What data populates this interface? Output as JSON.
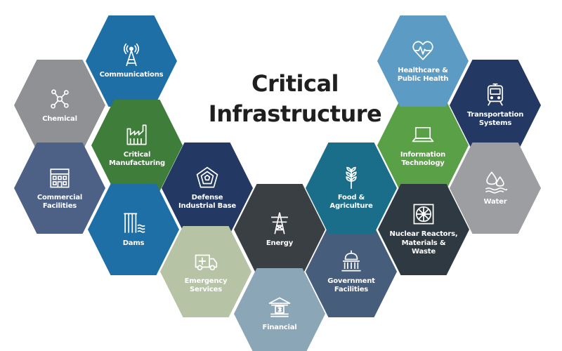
{
  "title": {
    "line1": "Critical",
    "line2": "Infrastructure"
  },
  "sectors": [
    {
      "key": "communications",
      "label": "Communications",
      "icon": "radio-tower-icon",
      "color": "#1d6fa6"
    },
    {
      "key": "chemical",
      "label": "Chemical",
      "icon": "molecule-icon",
      "color": "#8f9194"
    },
    {
      "key": "critical-manufacturing",
      "label": "Critical\nManufacturing",
      "icon": "factory-icon",
      "color": "#3f7d3a"
    },
    {
      "key": "commercial-facilities",
      "label": "Commercial\nFacilities",
      "icon": "office-building-icon",
      "color": "#4d6187"
    },
    {
      "key": "dams",
      "label": "Dams",
      "icon": "dam-icon",
      "color": "#1d6fa6"
    },
    {
      "key": "defense-industrial-base",
      "label": "Defense\nIndustrial Base",
      "icon": "pentagon-icon",
      "color": "#233963"
    },
    {
      "key": "emergency-services",
      "label": "Emergency\nServices",
      "icon": "ambulance-icon",
      "color": "#b6c4a5"
    },
    {
      "key": "energy",
      "label": "Energy",
      "icon": "power-pylon-icon",
      "color": "#3a3f44"
    },
    {
      "key": "financial",
      "label": "Financial",
      "icon": "bank-icon",
      "color": "#8ba6b6"
    },
    {
      "key": "government-facilities",
      "label": "Government\nFacilities",
      "icon": "capitol-dome-icon",
      "color": "#465d7c"
    },
    {
      "key": "food-agriculture",
      "label": "Food &\nAgriculture",
      "icon": "wheat-icon",
      "color": "#1a6e8a"
    },
    {
      "key": "information-technology",
      "label": "Information\nTechnology",
      "icon": "laptop-icon",
      "color": "#5aa047"
    },
    {
      "key": "nuclear-reactors",
      "label": "Nuclear Reactors,\nMaterials &\nWaste",
      "icon": "radiation-icon",
      "color": "#2f3941"
    },
    {
      "key": "healthcare-public-health",
      "label": "Healthcare &\nPublic Health",
      "icon": "heart-pulse-icon",
      "color": "#5c9bc4"
    },
    {
      "key": "transportation-systems",
      "label": "Transportation\nSystems",
      "icon": "train-icon",
      "color": "#233963"
    },
    {
      "key": "water",
      "label": "Water",
      "icon": "water-drops-icon",
      "color": "#9c9ea1"
    }
  ]
}
